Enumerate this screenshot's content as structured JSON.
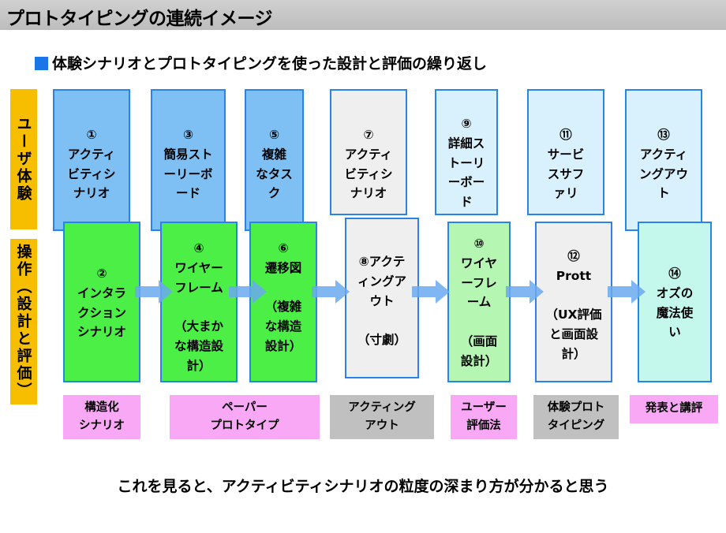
{
  "title": "プロトタイピングの連続イメージ",
  "subtitle": "体験シナリオとプロトタイピングを使った設計と評価の繰り返し",
  "row_labels": {
    "user": "ユーザ体験",
    "ops": "操作（設計と評価）"
  },
  "top_boxes": [
    "①\nアクティ\nビティシ\nナリオ",
    "③\n簡易スト\nーリーボ\nード",
    "⑤\n複雑\nなタス\nク",
    "⑦\nアクティ\nビティシ\nナリオ",
    "⑨\n詳細ス\nトーリ\nーボー\nド",
    "⑪\nサービ\nスサフ\nァリ",
    "⑬\nアクティ\nングアウ\nト"
  ],
  "bottom_boxes": [
    "②\nインタラ\nクション\nシナリオ",
    "④\nワイヤー\nフレーム\n\n（大まか\nな構造設\n計）",
    "⑥\n遷移図\n\n（複雑\nな構造\n設計）",
    "⑧アクテ\nィングア\nウト\n\n（寸劇）",
    "⑩\nワイヤ\nーフレ\nーム\n\n（画面\n設計）",
    "⑫\nPrott\n\n（UX評価\nと画面設\n計）",
    "⑭\nオズの\n魔法使\nい"
  ],
  "categories": [
    "構造化\nシナリオ",
    "ペーパー\nプロトタイプ",
    "アクティング\nアウト",
    "ユーザー\n評価法",
    "体験プロト\nタイピング",
    "発表と講評"
  ],
  "footer": "これを見ると、アクティビティシナリオの粒度の深まり方が分かると思う",
  "colors": {
    "title_bar": "#c8c8c8",
    "row_label": "#f7be00",
    "square": "#1a75e8",
    "arrow": "#6aa9ef",
    "pink": "#f8a8f4",
    "grey": "#c0c0c0"
  }
}
